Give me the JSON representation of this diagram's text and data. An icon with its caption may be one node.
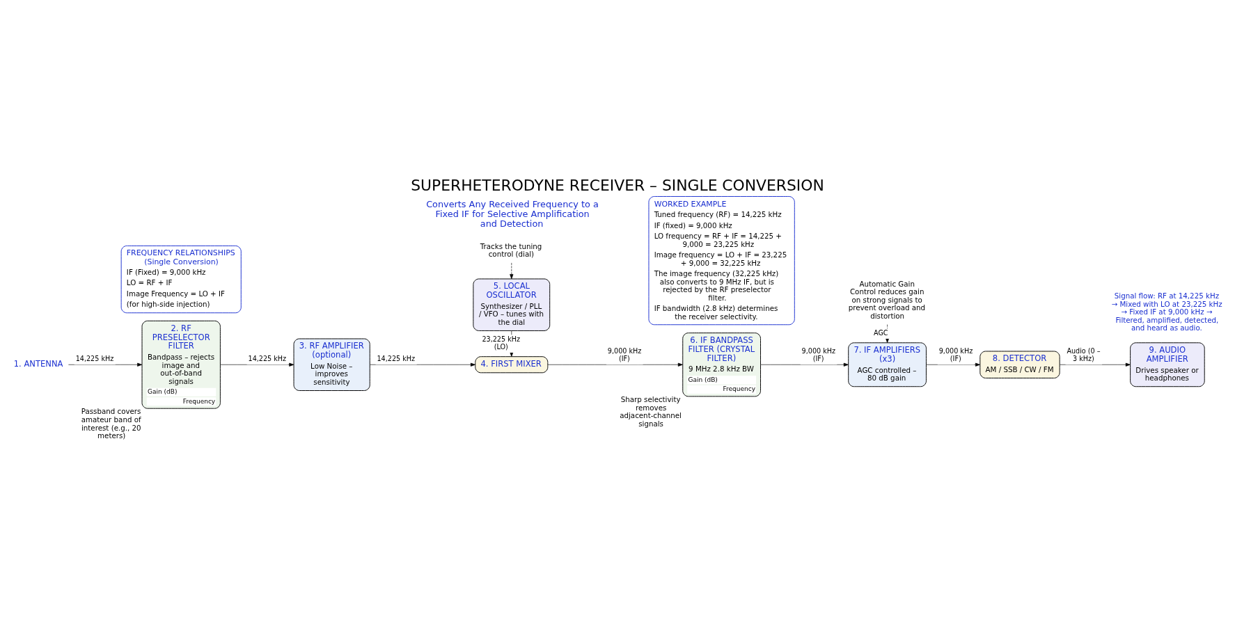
{
  "diagram": {
    "title": "SUPERHETERODYNE RECEIVER – SINGLE CONVERSION",
    "caption": "Signal flow: RF at 14,225 kHz → Mixed with LO at 23,225 kHz → Fixed IF at 9,000 kHz → Filtered, amplified, detected, and heard as audio.",
    "nodes": [
      {
        "text": [
          "1. ANTENNA"
        ]
      },
      {
        "text": [
          "2. RF PRESELECTOR FILTER",
          "Bandpass – rejects image and out-of-band signals",
          "Gain (dB)",
          "Frequency"
        ],
        "beside": [
          "Passband covers amateur band of interest (e.g., 20 meters)"
        ]
      },
      {
        "text": [
          "3. RF AMPLIFIER (optional)",
          "Low Noise – improves sensitivity"
        ]
      },
      {
        "text": [
          "4. FIRST MIXER"
        ]
      },
      {
        "text": [
          "5. LOCAL OSCILLATOR",
          "Synthesizer / PLL / VFO – tunes with the dial"
        ]
      },
      {
        "text": [
          "6. IF BANDPASS FILTER (CRYSTAL FILTER)",
          "9 MHz 2.8 kHz BW",
          "Gain (dB)",
          "Frequency"
        ],
        "beside": [
          "Sharp selectivity removes adjacent-channel signals"
        ]
      },
      {
        "text": [
          "7. IF AMPLIFIERS (x3)",
          "AGC controlled – 80 dB gain"
        ]
      },
      {
        "text": [
          "8. DETECTOR",
          "AM / SSB / CW / FM"
        ]
      },
      {
        "text": [
          "9. AUDIO AMPLIFIER",
          "Drives speaker or headphones"
        ]
      },
      {
        "text": [
          "Tracks the tuning control (dial)"
        ]
      },
      {
        "text": [
          "Automatic Gain Control reduces gain on strong signals to prevent overload and distortion"
        ]
      },
      {
        "text": [
          "FREQUENCY RELATIONSHIPS (Single Conversion)",
          "IF (Fixed) = 9,000 kHz",
          "LO = RF + IF",
          "Image Frequency = LO + IF",
          "(for high-side injection)"
        ]
      },
      {
        "text": [
          "WORKED EXAMPLE",
          "Tuned frequency (RF) = 14,225 kHz",
          "IF (fixed) = 9,000 kHz",
          "LO frequency = RF + IF = 14,225 + 9,000 = 23,225 kHz",
          "Image frequency = LO + IF = 23,225 + 9,000 = 32,225 kHz",
          "The image frequency (32,225 kHz) also converts to 9 MHz IF, but is rejected by the RF preselector filter.",
          "IF bandwidth (2.8 kHz) determines the receiver selectivity."
        ]
      }
    ],
    "edges": [
      {
        "from": 0,
        "to": 1,
        "arrow": "to",
        "label": "14,225 kHz"
      },
      {
        "from": 1,
        "to": 2,
        "arrow": "to",
        "label": "14,225 kHz"
      },
      {
        "from": 2,
        "to": 3,
        "arrow": "to",
        "label": "14,225 kHz"
      },
      {
        "from": 4,
        "to": 3,
        "arrow": "to",
        "label": "23,225 kHz (LO)"
      },
      {
        "from": 3,
        "to": 5,
        "arrow": "to",
        "label": "9,000 kHz (IF)"
      },
      {
        "from": 5,
        "to": 6,
        "arrow": "to",
        "label": "9,000 kHz (IF)"
      },
      {
        "from": 6,
        "to": 7,
        "arrow": "to",
        "label": "9,000 kHz (IF)"
      },
      {
        "from": 7,
        "to": 8,
        "arrow": "to",
        "label": "Audio (0 – 3 kHz)"
      },
      {
        "from": 9,
        "to": 4,
        "arrow": "to",
        "style": "dashed"
      },
      {
        "from": 10,
        "to": 6,
        "arrow": "to",
        "style": "dashed",
        "label": "AGC"
      }
    ],
    "labels": [
      "Converts Any Received Frequency to a Fixed IF for Selective Amplification and Detection"
    ]
  }
}
